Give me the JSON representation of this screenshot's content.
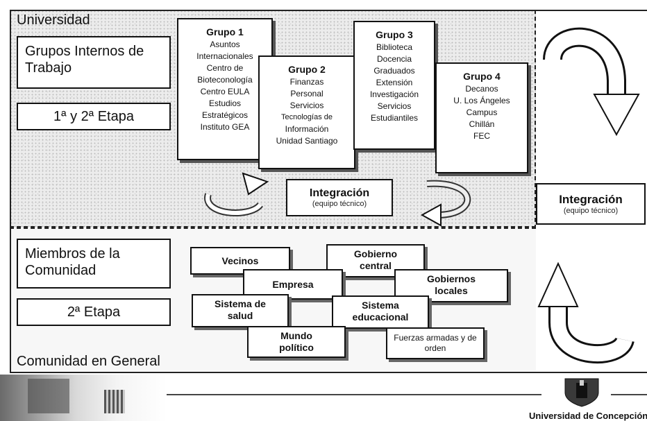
{
  "university_section": {
    "title": "Universidad",
    "groups_label": "Grupos Internos de Trabajo",
    "stage": "1ª y 2ª Etapa"
  },
  "groups": [
    {
      "title": "Grupo 1",
      "items": [
        "Asuntos",
        "Internacionales",
        "Centro de",
        "Bioteconología",
        "Centro EULA",
        "Estudios",
        "Estratégicos",
        "Instituto GEA"
      ]
    },
    {
      "title": "Grupo 2",
      "items": [
        "Finanzas",
        "Personal",
        "Servicios",
        "Tecnologías de",
        "Información",
        "Unidad Santiago"
      ]
    },
    {
      "title": "Grupo 3",
      "items": [
        "Biblioteca",
        "Docencia",
        "Graduados",
        "Extensión",
        "Investigación",
        "Servicios",
        "Estudiantiles"
      ]
    },
    {
      "title": "Grupo 4",
      "items": [
        "Decanos",
        "U. Los Ángeles",
        "Campus",
        "Chillán",
        "FEC"
      ]
    }
  ],
  "integration_inner": {
    "title": "Integración",
    "subtitle": "(equipo técnico)"
  },
  "integration_right": {
    "title": "Integración",
    "subtitle": "(equipo técnico)"
  },
  "community_section": {
    "members_label": "Miembros de la Comunidad",
    "stage": "2ª Etapa",
    "general_label": "Comunidad en General"
  },
  "community_boxes": [
    {
      "key": "vecinos",
      "label": "Vecinos"
    },
    {
      "key": "gobierno-central",
      "label": "Gobierno central"
    },
    {
      "key": "empresa",
      "label": "Empresa"
    },
    {
      "key": "gobiernos-locales",
      "label": "Gobiernos locales"
    },
    {
      "key": "sistema-salud",
      "label": "Sistema de salud"
    },
    {
      "key": "sistema-educacional",
      "label": "Sistema educacional"
    },
    {
      "key": "mundo-politico",
      "label": "Mundo político"
    },
    {
      "key": "fuerzas-armadas",
      "label": "Fuerzas armadas y de orden"
    }
  ],
  "footer": {
    "institution": "Universidad de Concepción"
  }
}
